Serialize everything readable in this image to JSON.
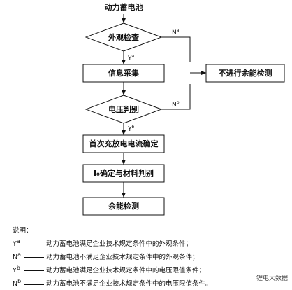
{
  "flowchart": {
    "start": "动力蓄电池",
    "nodes": {
      "appearance_check": "外观检查",
      "info_collect": "信息采集",
      "voltage_judge": "电压判别",
      "first_current": "首次充放电电流确定",
      "material_judge": "I₀确定与材料判别",
      "residual_test": "余能检测",
      "no_test": "不进行余能检测"
    },
    "branches": {
      "ya": {
        "letter": "Y",
        "sup": "a"
      },
      "na": {
        "letter": "N",
        "sup": "a"
      },
      "yb": {
        "letter": "Y",
        "sup": "b"
      },
      "nb": {
        "letter": "N",
        "sup": "b"
      }
    }
  },
  "legend": {
    "title": "说明：",
    "items": [
      {
        "letter": "Y",
        "sup": "a",
        "text": "动力蓄电池满足企业技术规定条件中的外观条件；"
      },
      {
        "letter": "N",
        "sup": "a",
        "text": "动力蓄电池不满足企业技术规定条件中的外观条件；"
      },
      {
        "letter": "Y",
        "sup": "b",
        "text": "动力蓄电池满足企业技术规定条件中的电压限值条件；"
      },
      {
        "letter": "N",
        "sup": "b",
        "text": "动力蓄电池不满足企业技术规定条件中的电压限值条件。"
      }
    ]
  },
  "watermark": "锂电大数据"
}
